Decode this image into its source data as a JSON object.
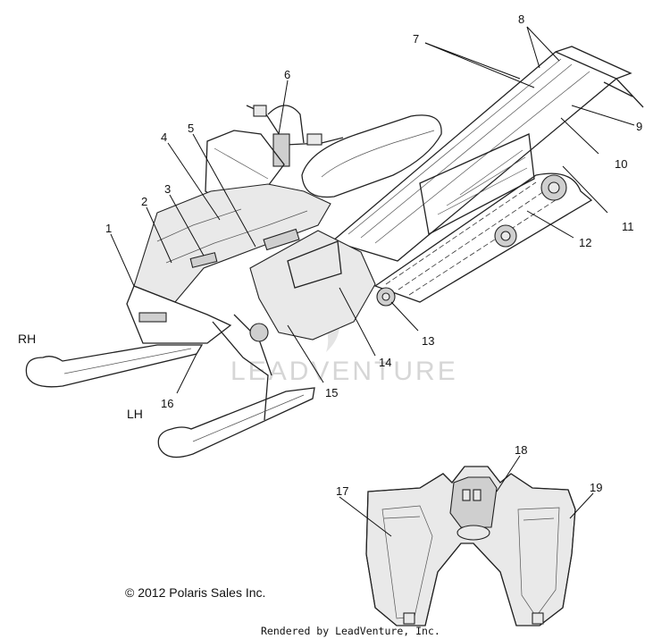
{
  "watermark": "LEADVENTURE",
  "side_labels": {
    "right": "RH",
    "left": "LH"
  },
  "callouts": [
    "1",
    "2",
    "3",
    "4",
    "5",
    "6",
    "7",
    "8",
    "9",
    "10",
    "11",
    "12",
    "13",
    "14",
    "15",
    "16",
    "17",
    "18",
    "19"
  ],
  "copyright": "© 2012 Polaris Sales Inc.",
  "rendered_by": "Rendered by LeadVenture, Inc."
}
